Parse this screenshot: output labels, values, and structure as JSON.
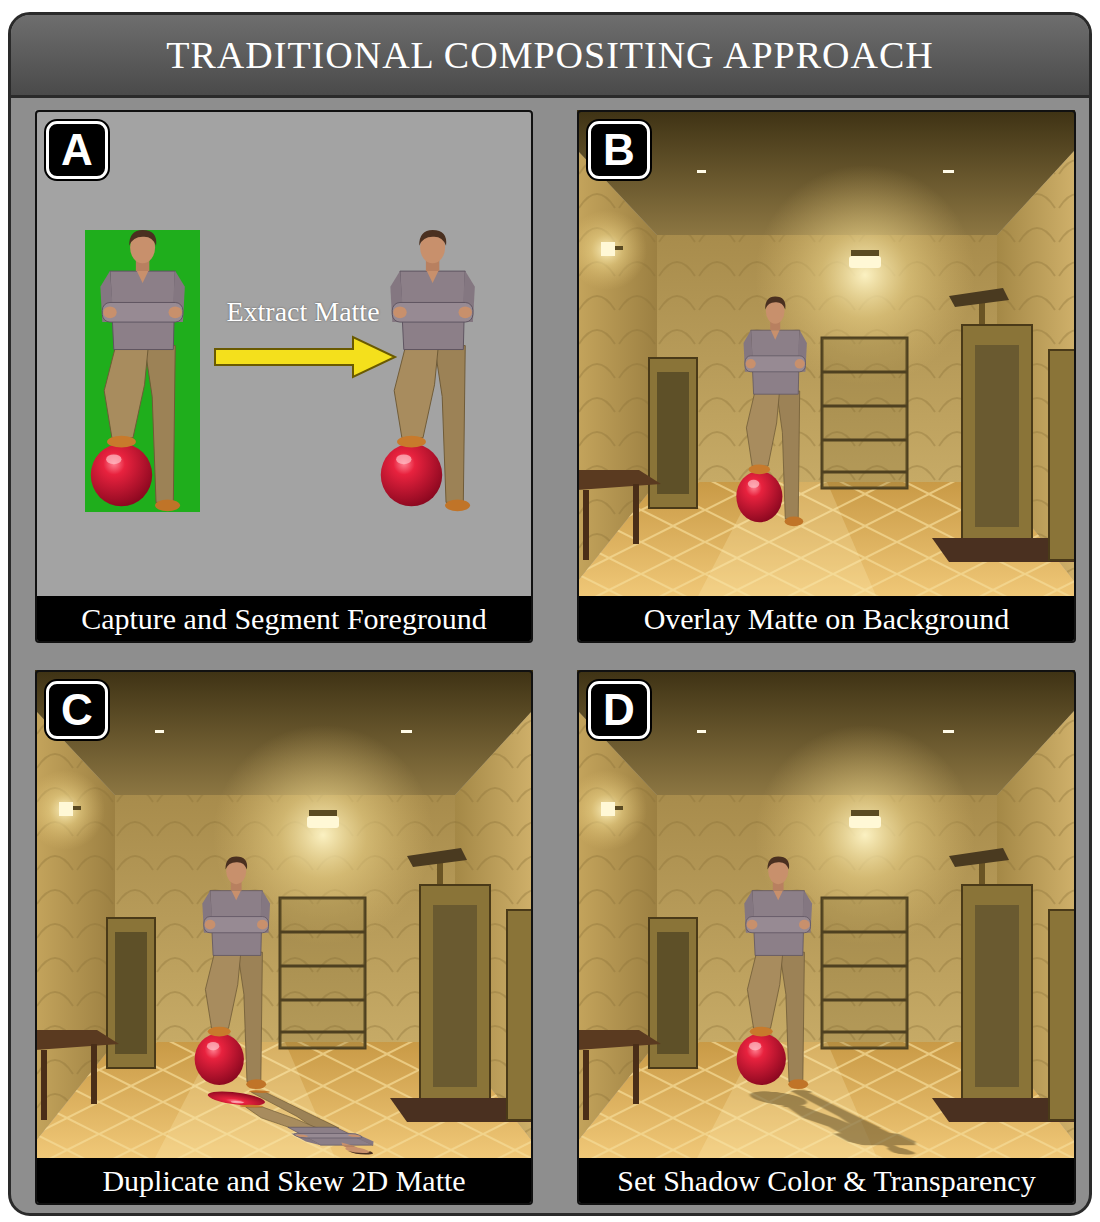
{
  "diagram": {
    "title": "TRADITIONAL COMPOSITING APPROACH",
    "nodes": [
      {
        "text": [
          "Capture and Segment Foreground"
        ]
      },
      {
        "text": [
          "A"
        ],
        "in": 0
      },
      {
        "text": [
          "Overlay Matte on Background"
        ]
      },
      {
        "text": [
          "B"
        ],
        "in": 2
      },
      {
        "text": [
          "Duplicate and Skew 2D Matte"
        ]
      },
      {
        "text": [
          "C"
        ],
        "in": 4
      },
      {
        "text": [
          "Set Shadow Color & Transparency"
        ]
      },
      {
        "text": [
          "D"
        ],
        "in": 6
      }
    ],
    "labels": [
      "Extract Matte"
    ]
  }
}
